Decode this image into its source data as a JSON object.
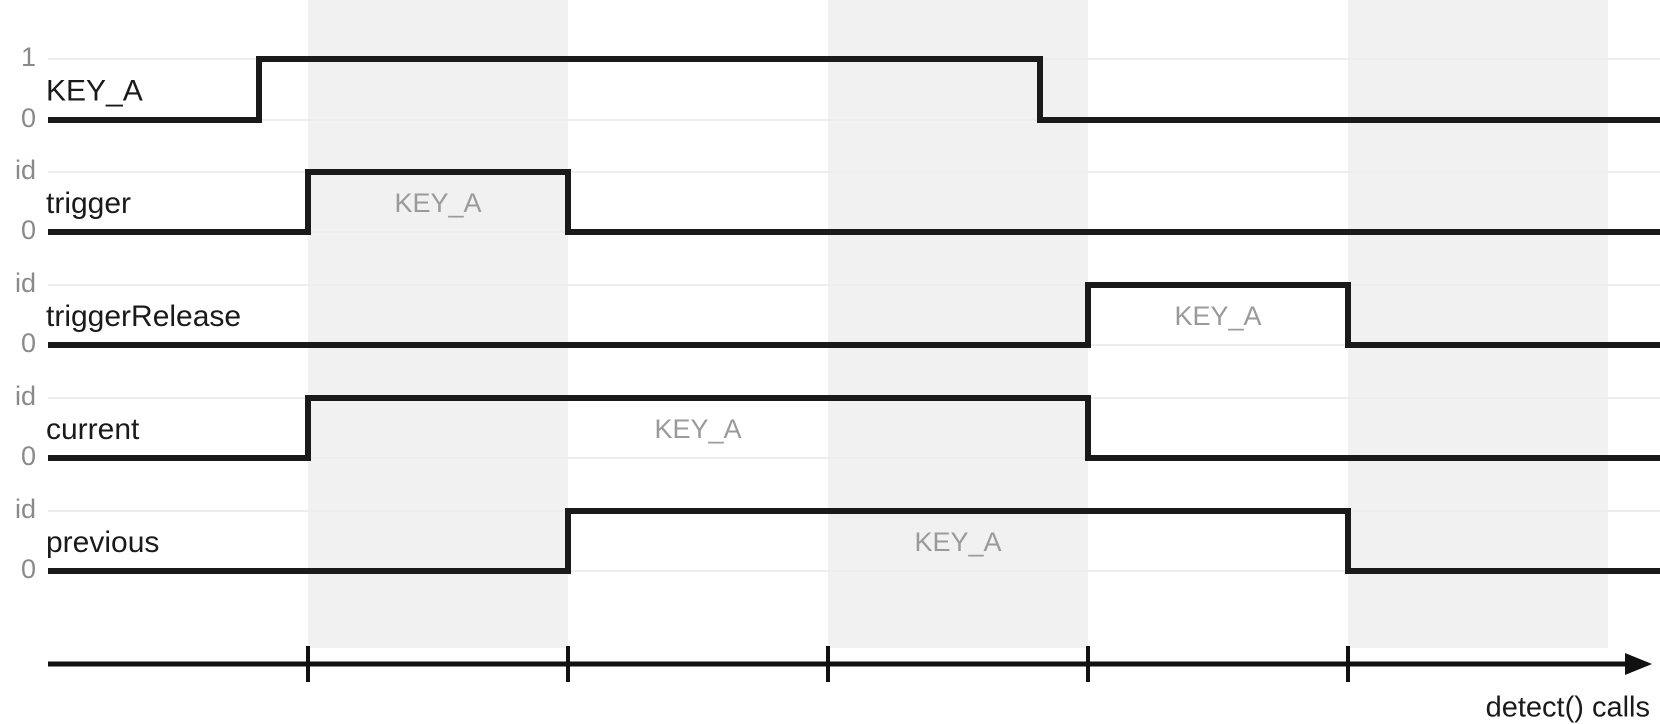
{
  "chart_data": {
    "type": "line",
    "title": "",
    "xlabel": "detect() calls",
    "ylabel": "",
    "grid": true,
    "legend": "none",
    "axis": {
      "caption": "detect() calls",
      "tick_positions": [
        1,
        2,
        3,
        4,
        5
      ],
      "shaded_columns": [
        1,
        3,
        5
      ],
      "columns_total": 6
    },
    "rows": [
      {
        "name": "KEY_A",
        "high_label": "1",
        "low_label": "0",
        "pulse_label": "",
        "segments": [
          {
            "start": 0.0,
            "end": 1.0,
            "level": 0
          },
          {
            "start": 1.0,
            "end": 4.0,
            "level": 1
          },
          {
            "start": 4.0,
            "end": 6.0,
            "level": 0
          }
        ]
      },
      {
        "name": "trigger",
        "high_label": "id",
        "low_label": "0",
        "pulse_label": "KEY_A",
        "segments": [
          {
            "start": 0.0,
            "end": 1.0,
            "level": 0
          },
          {
            "start": 1.0,
            "end": 2.0,
            "level": 1
          },
          {
            "start": 2.0,
            "end": 6.0,
            "level": 0
          }
        ]
      },
      {
        "name": "triggerRelease",
        "high_label": "id",
        "low_label": "0",
        "pulse_label": "KEY_A",
        "segments": [
          {
            "start": 0.0,
            "end": 4.0,
            "level": 0
          },
          {
            "start": 4.0,
            "end": 5.0,
            "level": 1
          },
          {
            "start": 5.0,
            "end": 6.0,
            "level": 0
          }
        ]
      },
      {
        "name": "current",
        "high_label": "id",
        "low_label": "0",
        "pulse_label": "KEY_A",
        "segments": [
          {
            "start": 0.0,
            "end": 1.0,
            "level": 0
          },
          {
            "start": 1.0,
            "end": 4.0,
            "level": 1
          },
          {
            "start": 4.0,
            "end": 6.0,
            "level": 0
          }
        ]
      },
      {
        "name": "previous",
        "high_label": "id",
        "low_label": "0",
        "pulse_label": "KEY_A",
        "segments": [
          {
            "start": 0.0,
            "end": 2.0,
            "level": 0
          },
          {
            "start": 2.0,
            "end": 5.0,
            "level": 1
          },
          {
            "start": 5.0,
            "end": 6.0,
            "level": 0
          }
        ]
      }
    ],
    "colors": {
      "signal": "#1a1a1a",
      "band": "#f1f1f1",
      "grid": "#ededed",
      "level_label": "#8a8a8a",
      "pulse_label": "#9a9a9a",
      "row_name": "#1a1a1a",
      "background": "#ffffff"
    }
  }
}
